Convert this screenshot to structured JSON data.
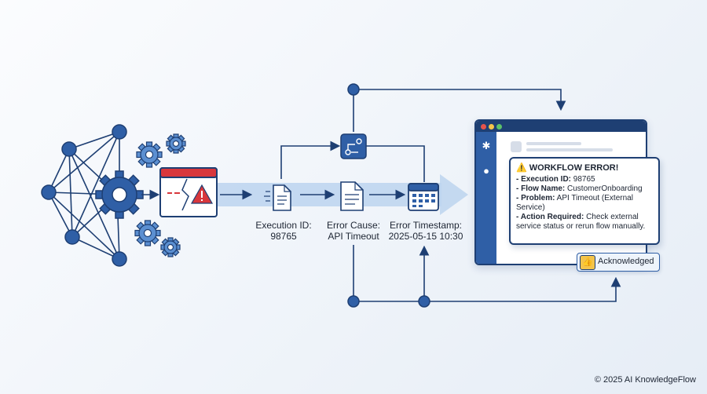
{
  "colors": {
    "primary": "#2f5fa6",
    "dark": "#1e3f73",
    "alert_red": "#d8373c",
    "warning_yellow": "#f4c44a",
    "flow_band": "#bcd3ef"
  },
  "icons": {
    "network": "network-graph-icon",
    "gears": "gear-icon",
    "error_window": "broken-window-warning-icon",
    "document": "document-icon",
    "branch": "branch-icon",
    "calendar": "calendar-icon",
    "slack": "slack-icon",
    "chat": "chat-bubble-icon",
    "warning": "warning-icon",
    "thumbs_up": "thumbs-up-icon"
  },
  "data_labels": {
    "execution_id": {
      "title": "Execution ID:",
      "value": "98765"
    },
    "error_cause": {
      "title": "Error Cause:",
      "value": "API Timeout"
    },
    "error_timestamp": {
      "title": "Error Timestamp:",
      "value": "2025-05-15 10:30"
    }
  },
  "alert": {
    "title": "WORKFLOW ERROR!",
    "lines": [
      {
        "key": "- Execution ID:",
        "value": " 98765"
      },
      {
        "key": "- Flow Name:",
        "value": " CustomerOnboarding"
      },
      {
        "key": "- Problem:",
        "value": " API Timeout (External Service)"
      },
      {
        "key": "- Action Required:",
        "value": " Check external service status or rerun flow manually."
      }
    ]
  },
  "ack_button": {
    "label": "Acknowledged"
  },
  "copyright": "© 2025 AI KnowledgeFlow"
}
